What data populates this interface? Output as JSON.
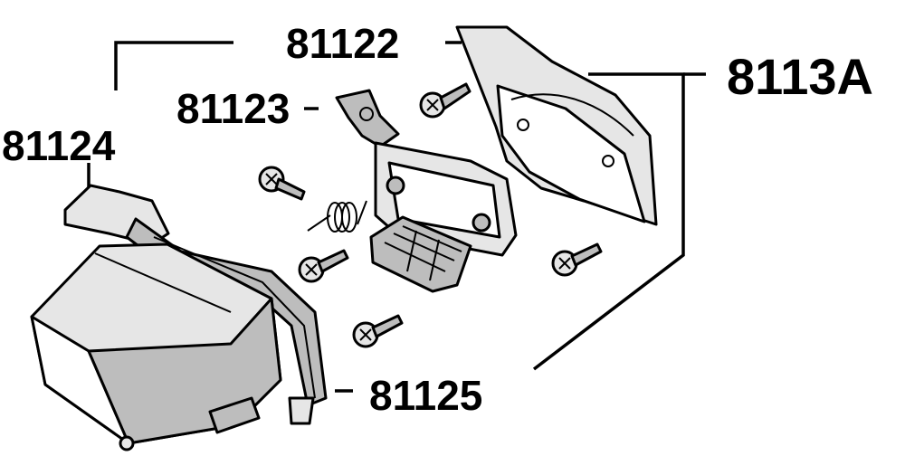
{
  "labels": {
    "assembly": "8113A",
    "cover_lens": "81122",
    "bracket": "81123",
    "housing": "81124",
    "light_body": "81125"
  },
  "colors": {
    "line": "#000000",
    "fill_light": "#ffffff",
    "fill_mid": "#e6e6e6",
    "fill_dark": "#bdbdbd"
  }
}
